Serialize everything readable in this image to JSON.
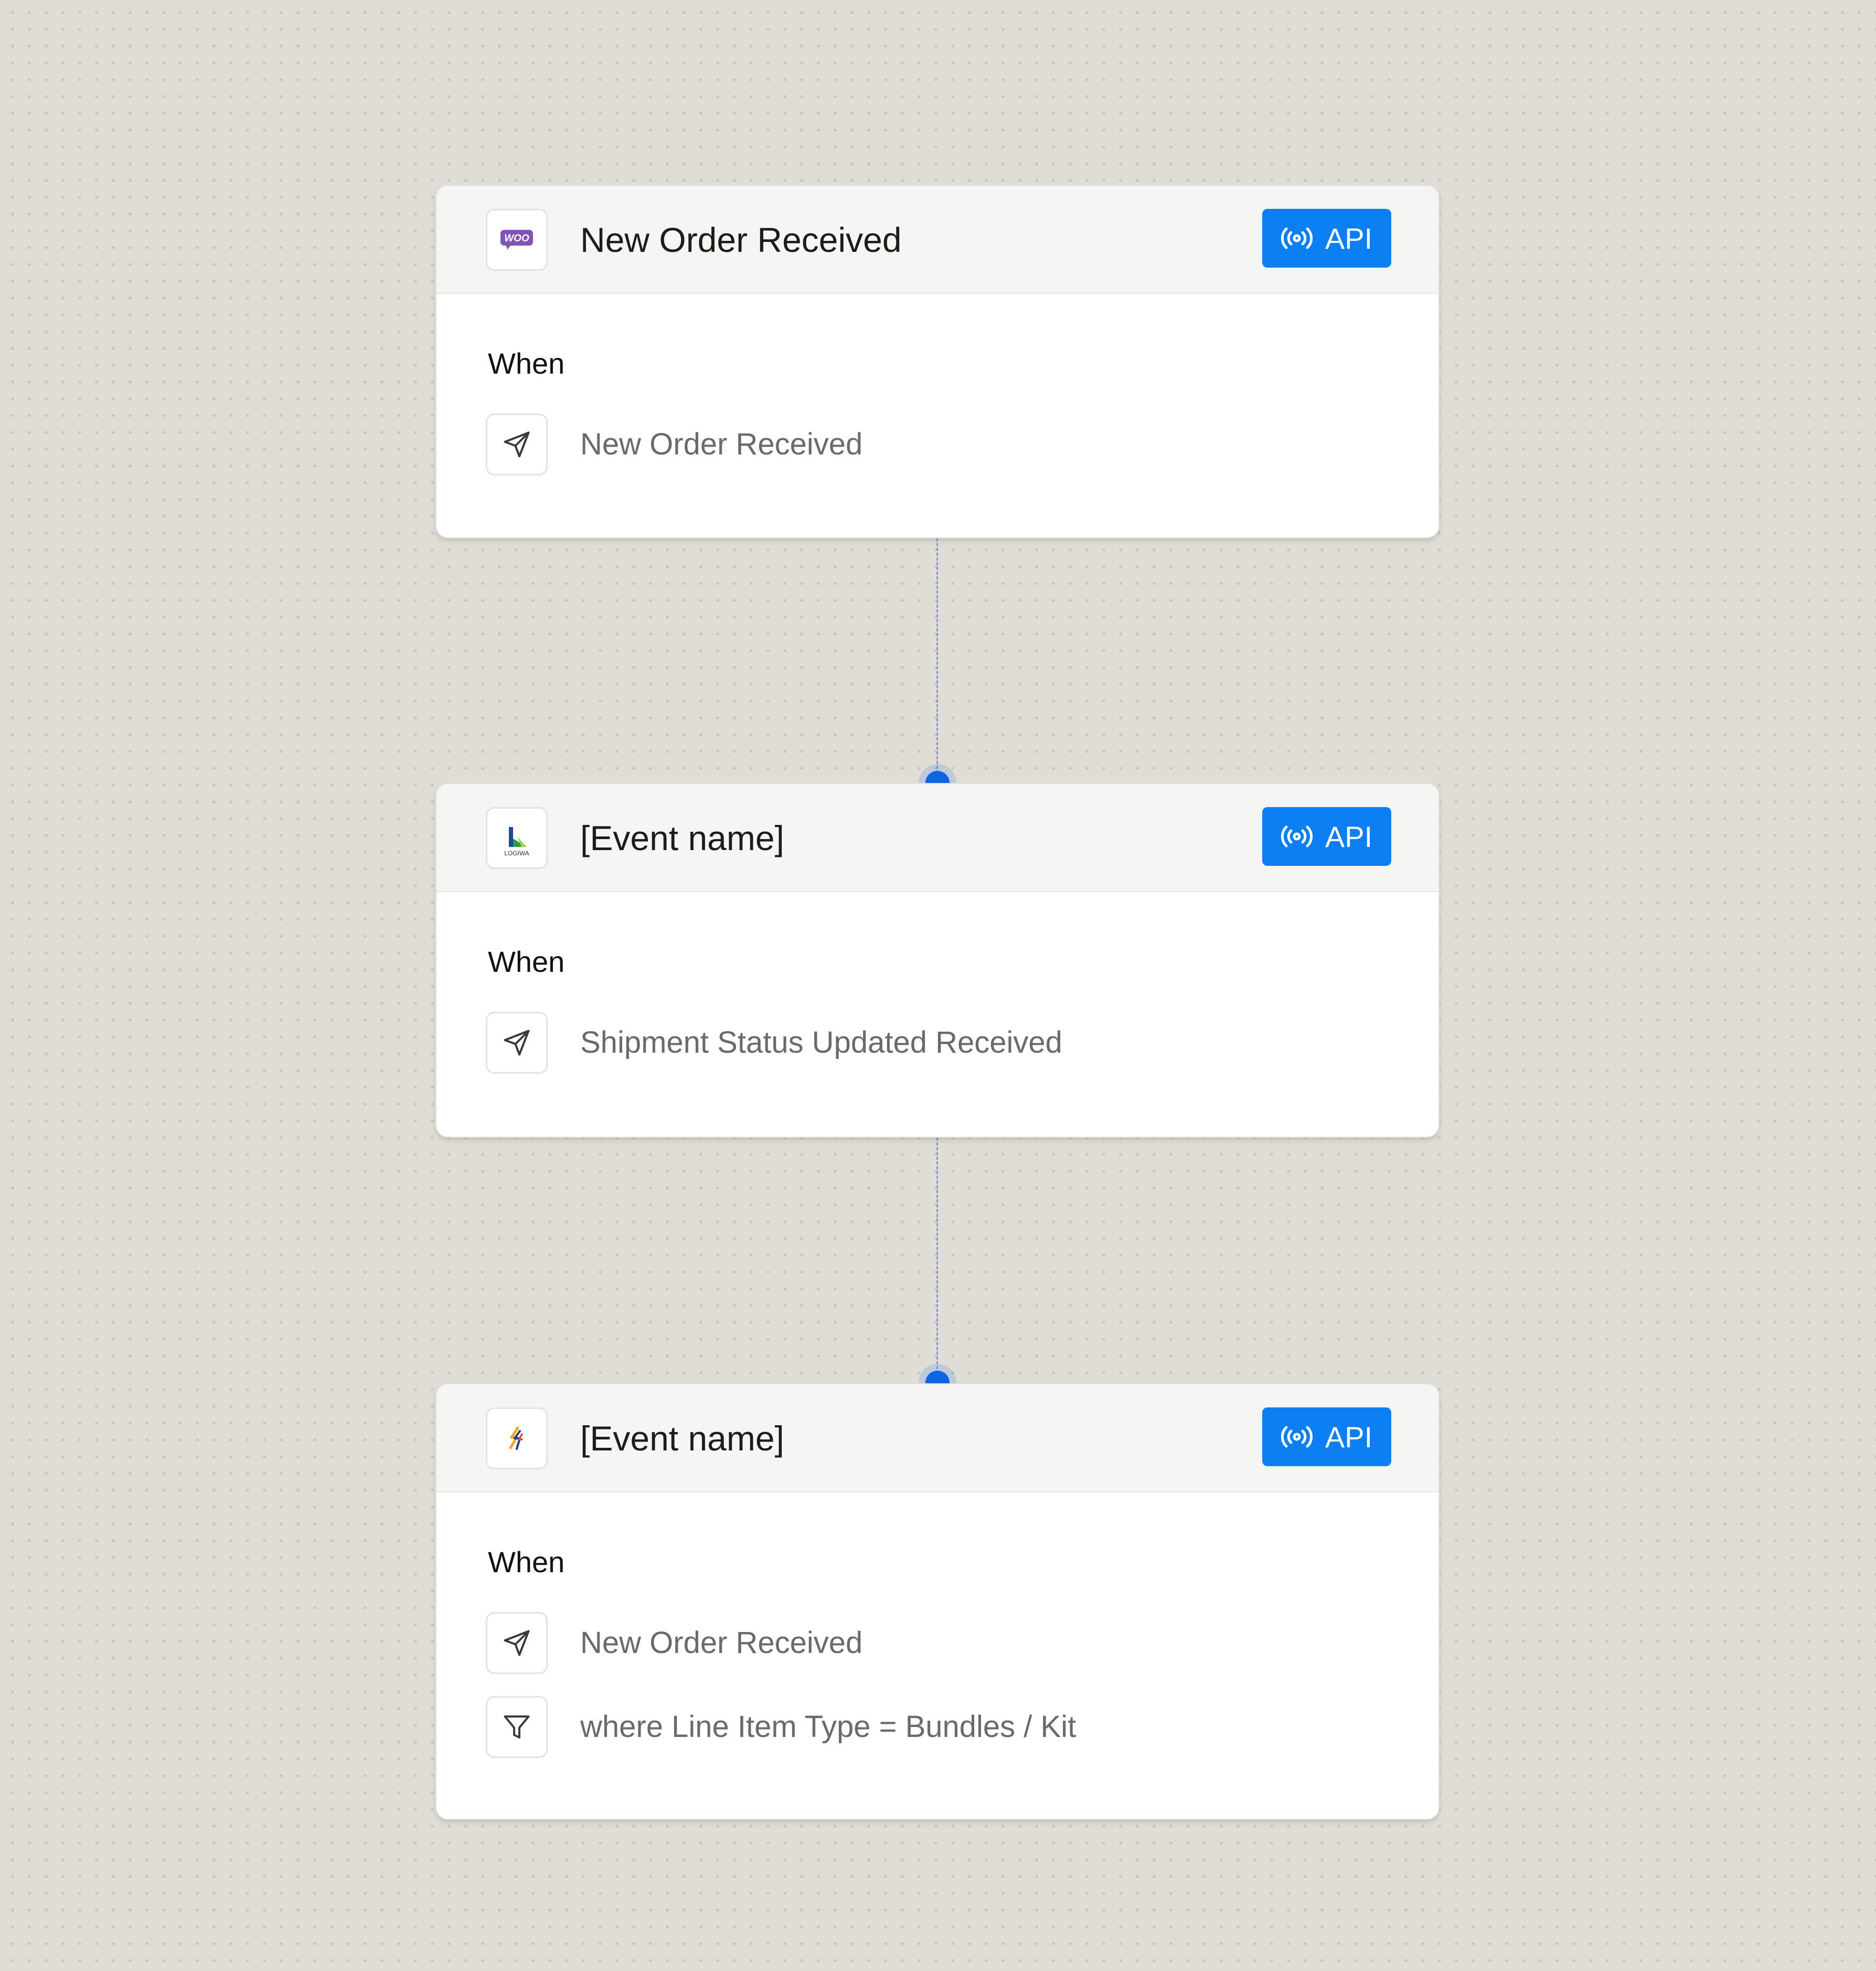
{
  "steps": [
    {
      "logo": "woocommerce-logo",
      "logo_text": "WOO",
      "title": "New Order Received",
      "badge_label": "API",
      "when_label": "When",
      "conditions": [
        {
          "icon": "send-icon",
          "text": "New Order Received"
        }
      ]
    },
    {
      "logo": "logiwa-logo",
      "logo_text": "LOGIWA",
      "title": "[Event name]",
      "badge_label": "API",
      "when_label": "When",
      "conditions": [
        {
          "icon": "send-icon",
          "text": "Shipment Status Updated Received"
        }
      ]
    },
    {
      "logo": "bolt-logo",
      "title": "[Event name]",
      "badge_label": "API",
      "when_label": "When",
      "conditions": [
        {
          "icon": "send-icon",
          "text": "New Order Received"
        },
        {
          "icon": "filter-icon",
          "text": "where Line Item Type = Bundles / Kit"
        }
      ]
    }
  ],
  "colors": {
    "canvas": "#e0ddd7",
    "accent": "#0c7ff2",
    "node": "#0a66e4",
    "connector": "#8d97d6"
  }
}
